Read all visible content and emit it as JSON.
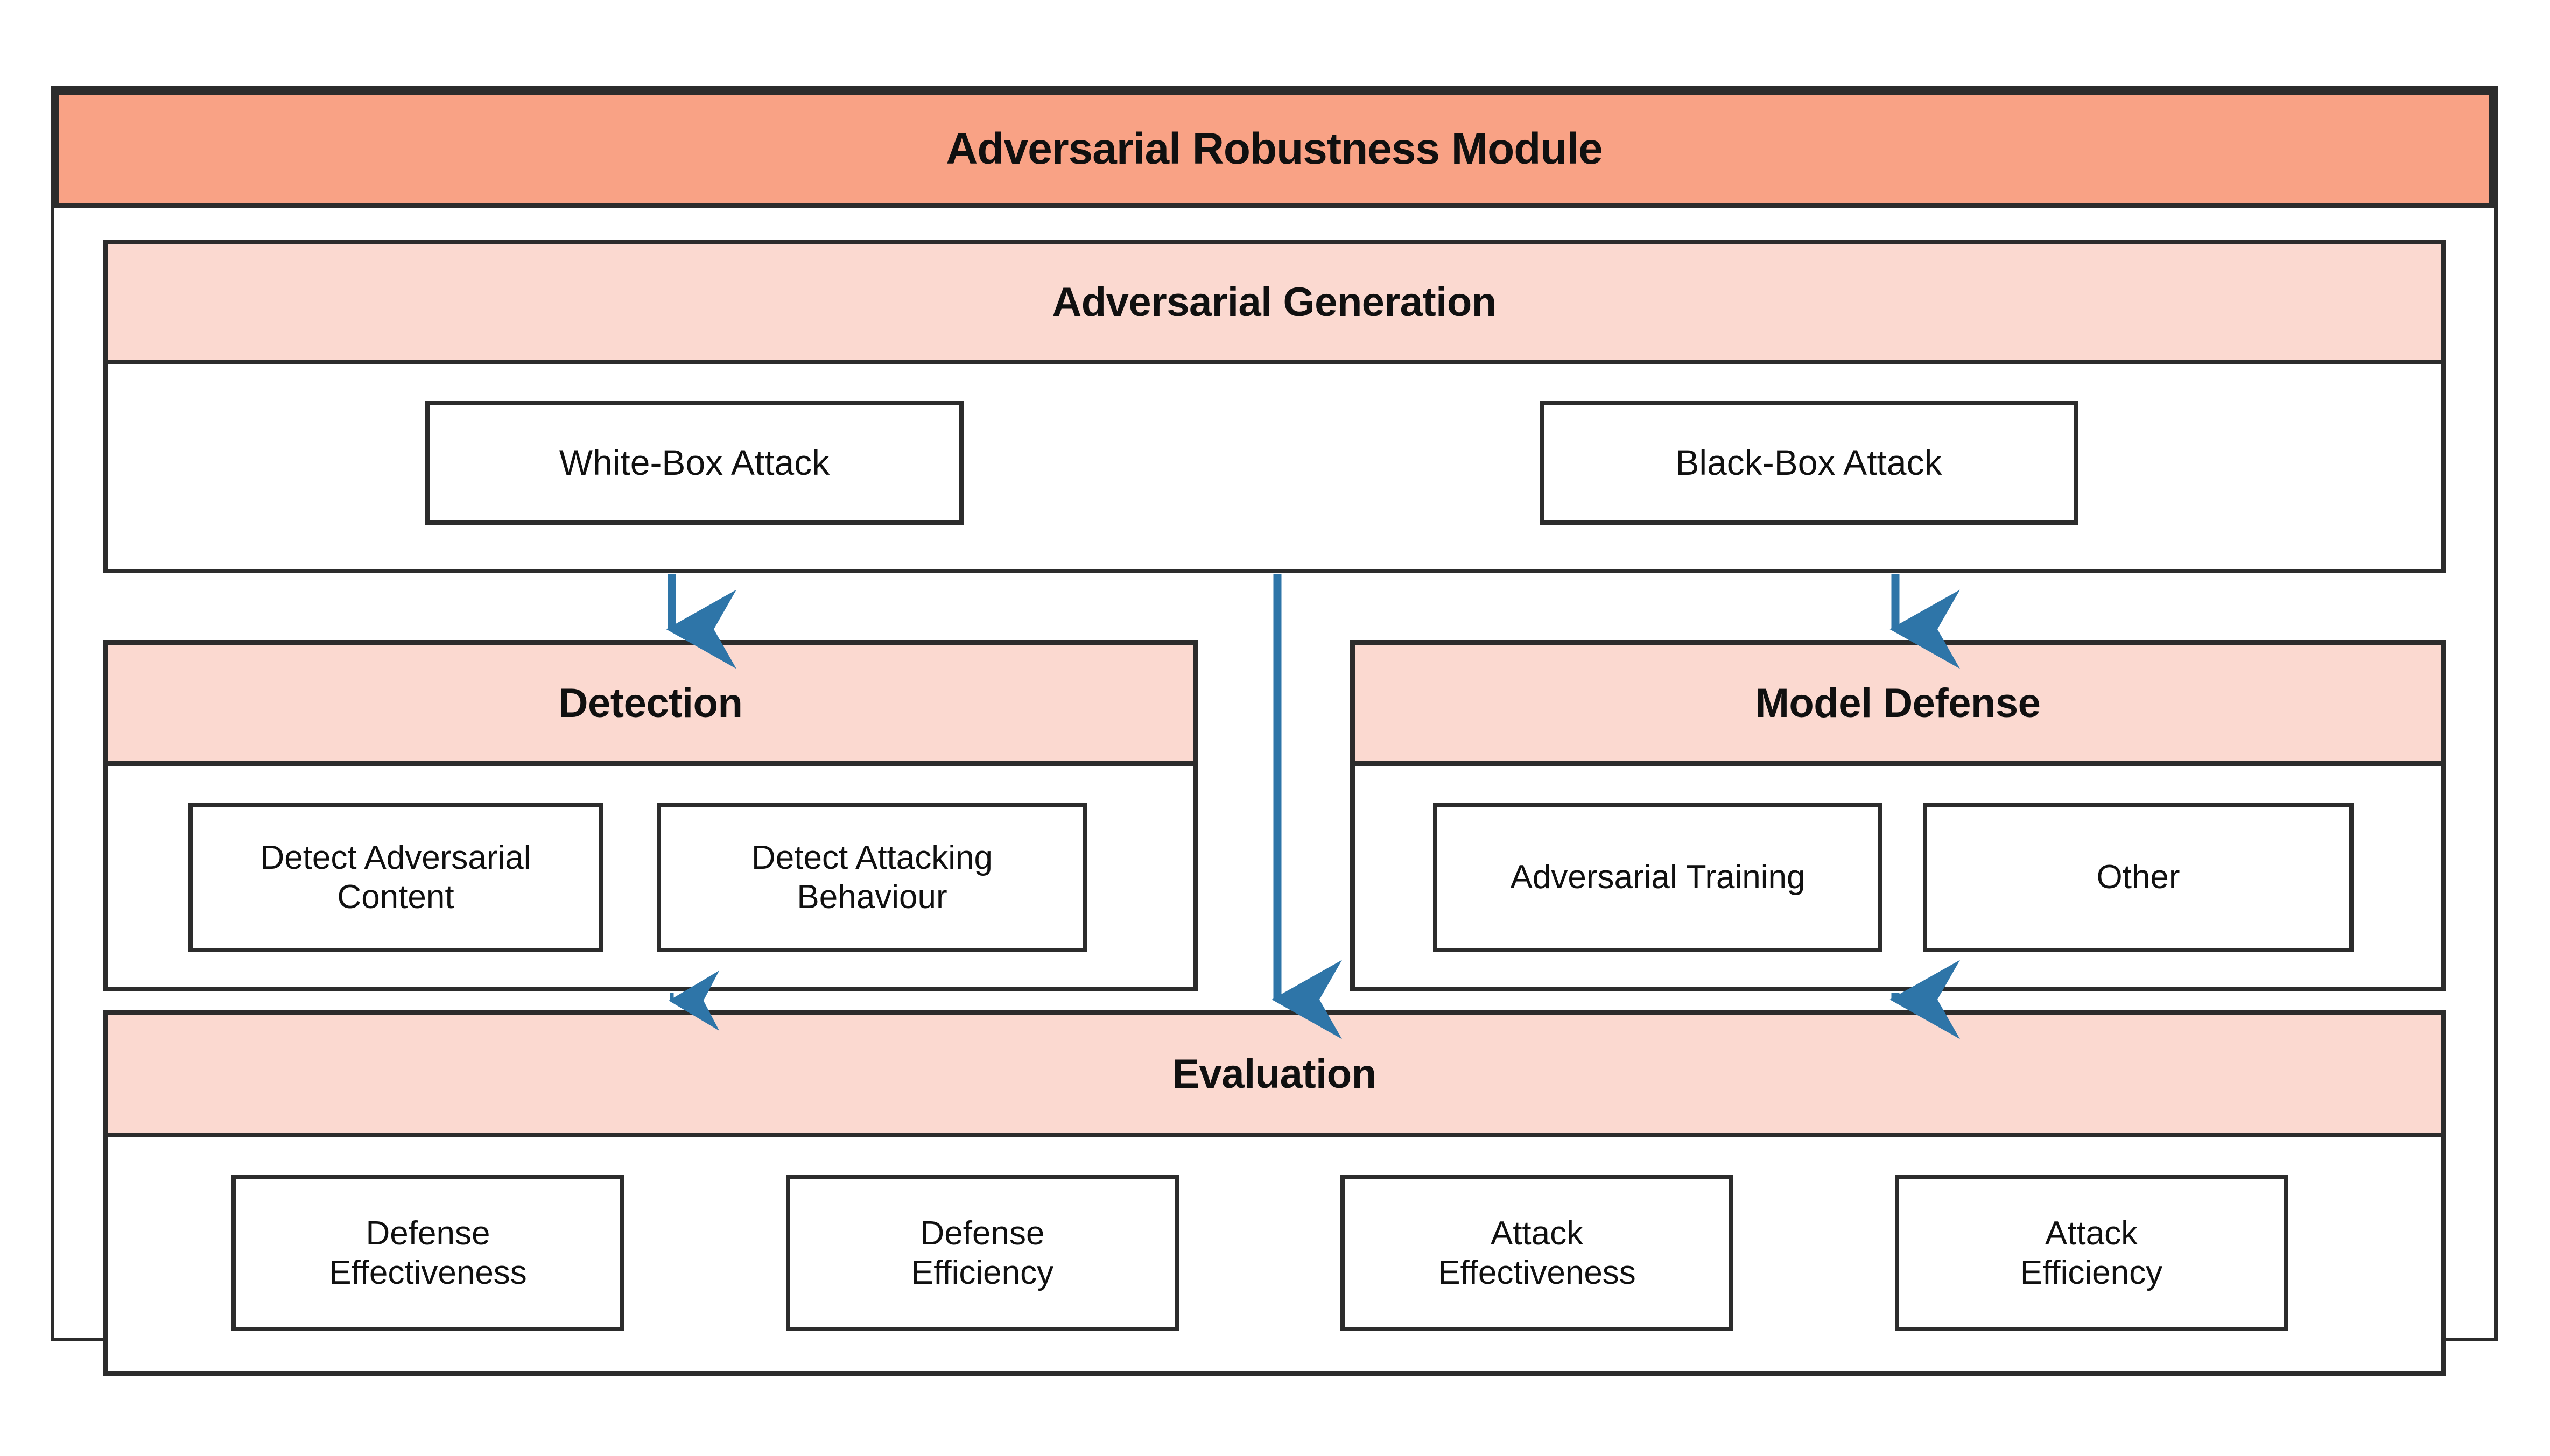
{
  "diagram": {
    "title": "Adversarial Robustness Module",
    "colors": {
      "title_fill": "#f9a285",
      "section_header_fill": "#fbd9d0",
      "box_fill": "#ffffff",
      "border": "#2c2c2c",
      "arrow": "#2e75a8",
      "text": "#101010"
    },
    "sections": {
      "generation": {
        "header": "Adversarial Generation",
        "items": [
          {
            "label": "White-Box Attack"
          },
          {
            "label": "Black-Box Attack"
          }
        ]
      },
      "detection": {
        "header": "Detection",
        "items": [
          {
            "label": "Detect Adversarial Content",
            "line1": "Detect Adversarial",
            "line2": "Content"
          },
          {
            "label": "Detect Attacking Behaviour",
            "line1": "Detect Attacking",
            "line2": "Behaviour"
          }
        ]
      },
      "defense": {
        "header": "Model Defense",
        "items": [
          {
            "label": "Adversarial Training"
          },
          {
            "label": "Other"
          }
        ]
      },
      "evaluation": {
        "header": "Evaluation",
        "items": [
          {
            "label": "Defense Effectiveness",
            "line1": "Defense",
            "line2": "Effectiveness"
          },
          {
            "label": "Defense Efficiency",
            "line1": "Defense",
            "line2": "Efficiency"
          },
          {
            "label": "Attack Effectiveness",
            "line1": "Attack",
            "line2": "Effectiveness"
          },
          {
            "label": "Attack Efficiency",
            "line1": "Attack",
            "line2": "Efficiency"
          }
        ]
      }
    },
    "arrows": [
      {
        "name": "white-box-attack-to-detection",
        "from": "White-Box Attack",
        "to": "Detection"
      },
      {
        "name": "black-box-attack-to-model-defense",
        "from": "Black-Box Attack",
        "to": "Model Defense"
      },
      {
        "name": "adversarial-generation-to-evaluation",
        "from": "Adversarial Generation",
        "to": "Evaluation"
      },
      {
        "name": "detection-to-evaluation",
        "from": "Detection",
        "to": "Evaluation"
      },
      {
        "name": "model-defense-to-evaluation",
        "from": "Model Defense",
        "to": "Evaluation"
      }
    ]
  }
}
